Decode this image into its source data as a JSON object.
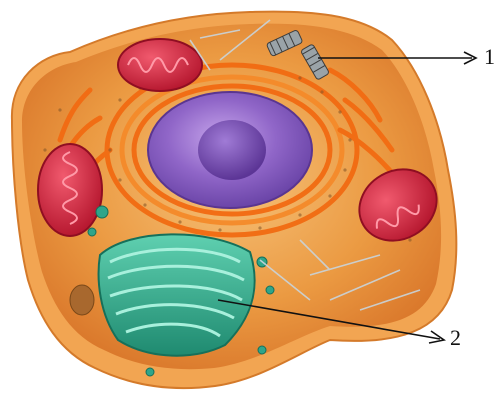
{
  "labels": [
    {
      "id": "1",
      "text": "1"
    },
    {
      "id": "2",
      "text": "2"
    }
  ],
  "colors": {
    "cytoplasm": "#e88a2e",
    "membrane": "#f0a24a",
    "nucleus": "#8a5cc0",
    "nucleolus": "#6a3aa6",
    "mitochondria": "#d6263f",
    "golgi": "#2fa58a",
    "er": "#f0761e",
    "centriole": "#555555"
  }
}
